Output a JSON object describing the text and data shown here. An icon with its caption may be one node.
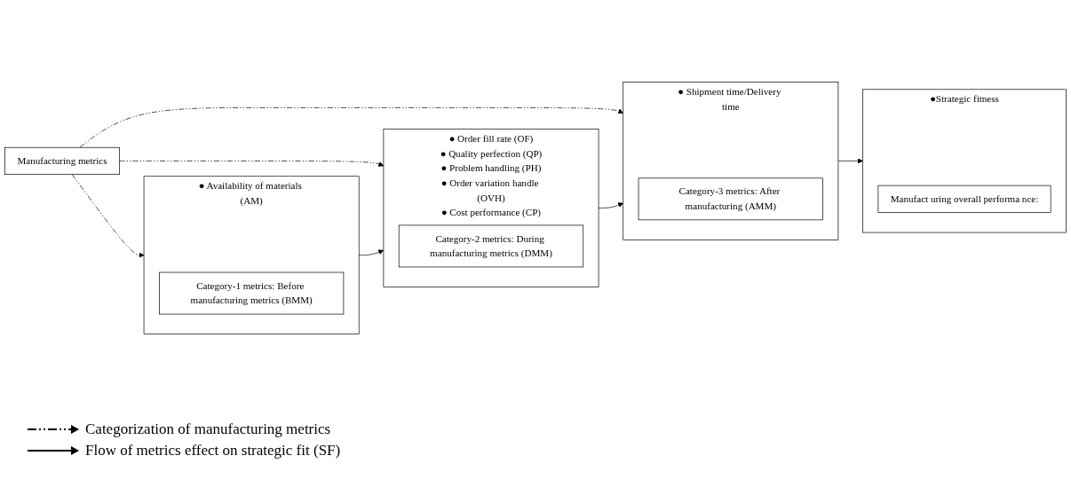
{
  "diagram": {
    "nodes": [
      {
        "text": [
          "Manufacturing metrics"
        ]
      },
      {
        "text": [
          "● Availability of materials (AM)"
        ]
      },
      {
        "text": [
          "Category-1 metrics: Before manufacturing metrics (BMM)"
        ],
        "in": 1
      },
      {
        "text": [
          "● Order fill rate (OF)",
          "● Quality perfection (QP)",
          "● Problem handling (PH)",
          "● Order variation handle (OVH)",
          "● Cost performance (CP)"
        ]
      },
      {
        "text": [
          "Category-2 metrics: During manufacturing metrics (DMM)"
        ],
        "in": 3
      },
      {
        "text": [
          "● Shipment time/Delivery time"
        ]
      },
      {
        "text": [
          "Category-3 metrics: After manufacturing (AMM)"
        ],
        "in": 5
      },
      {
        "text": [
          "●Strategic fitness"
        ]
      },
      {
        "text": [
          "Manufact uring overall performa nce:"
        ],
        "in": 7
      }
    ],
    "edges": [
      {
        "from": 0,
        "to": 1,
        "arrow": "to",
        "style": "dashed"
      },
      {
        "from": 0,
        "to": 3,
        "arrow": "to",
        "style": "dashed"
      },
      {
        "from": 0,
        "to": 5,
        "arrow": "to",
        "style": "dashed"
      },
      {
        "from": 1,
        "to": 3,
        "arrow": "to"
      },
      {
        "from": 3,
        "to": 5,
        "arrow": "to"
      },
      {
        "from": 5,
        "to": 7,
        "arrow": "to"
      }
    ],
    "legend": [
      {
        "text": "Categorization of manufacturing metrics"
      },
      {
        "text": "Flow of metrics effect on strategic fit (SF)"
      }
    ]
  }
}
